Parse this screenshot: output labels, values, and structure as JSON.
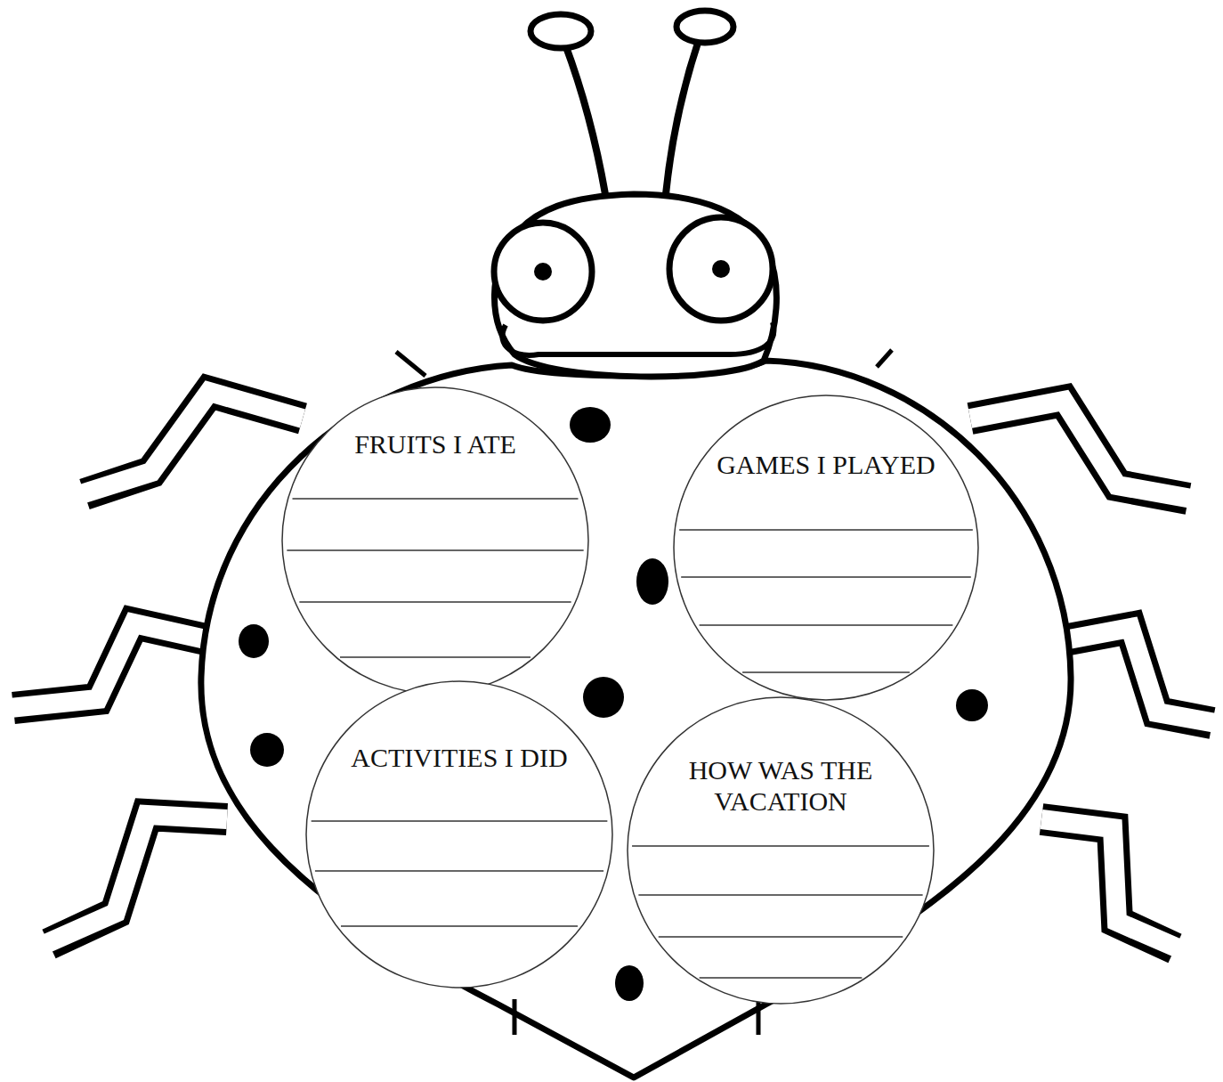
{
  "diagram": {
    "nodes": [
      {
        "text": [
          "FRUITS I ATE"
        ]
      },
      {
        "text": [
          "GAMES I PLAYED"
        ]
      },
      {
        "text": [
          "ACTIVITIES I DID"
        ]
      },
      {
        "text": [
          "HOW WAS THE VACATION"
        ]
      }
    ]
  }
}
